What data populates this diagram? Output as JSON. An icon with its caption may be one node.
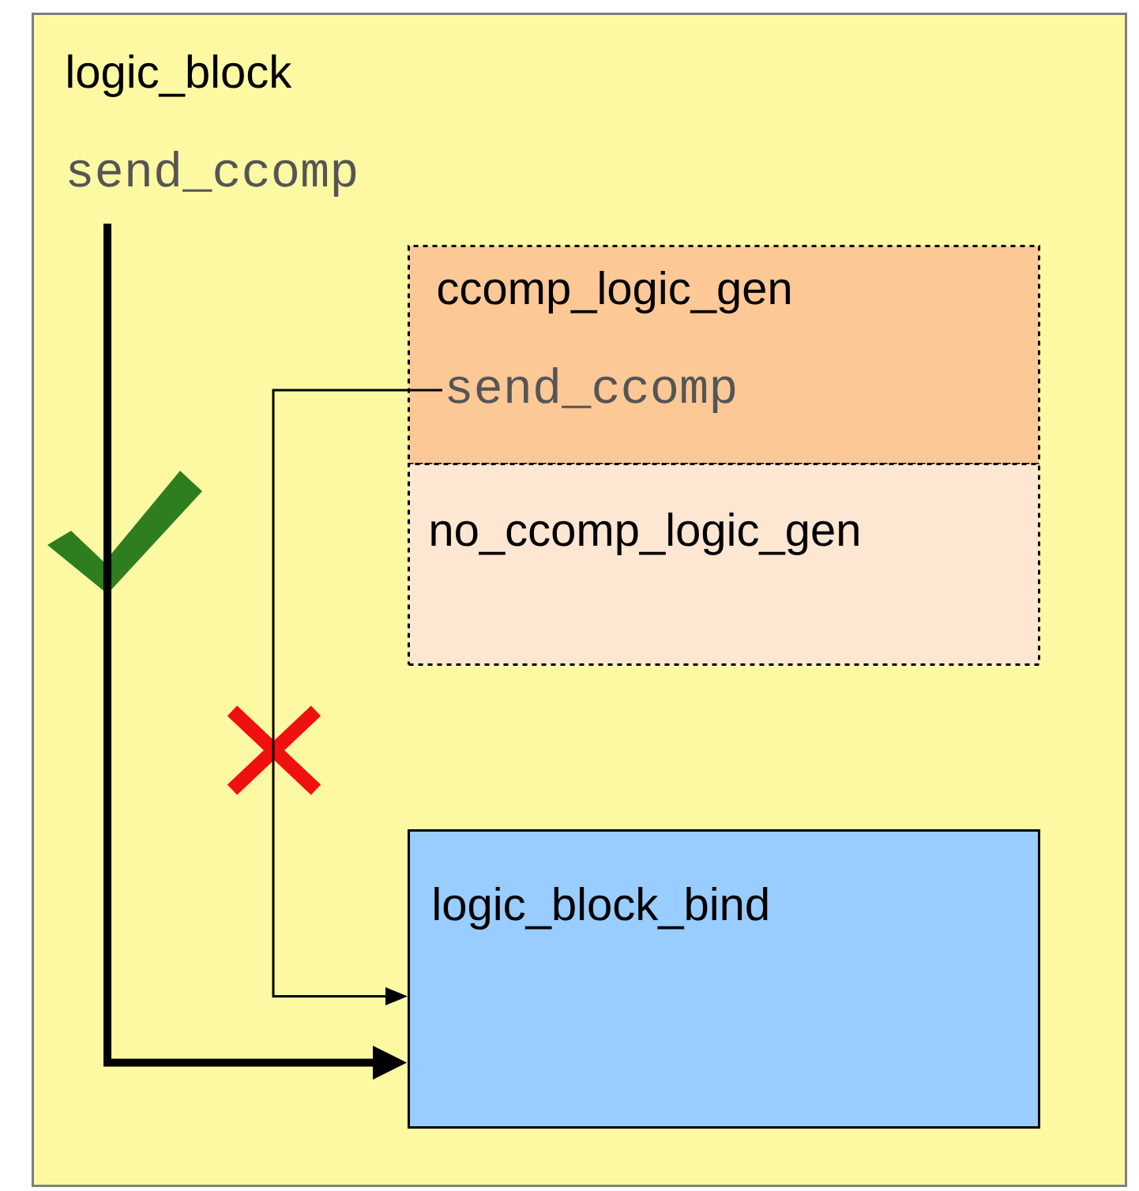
{
  "diagram": {
    "nodes": [
      {
        "text": [
          "logic_block"
        ]
      },
      {
        "text": [
          "send_ccomp"
        ],
        "in": 0
      },
      {
        "text": [
          "ccomp_logic_gen"
        ],
        "in": 0
      },
      {
        "text": [
          "send_ccomp"
        ],
        "in": 2
      },
      {
        "text": [
          "no_ccomp_logic_gen"
        ],
        "in": 0
      },
      {
        "text": [
          "logic_block_bind"
        ],
        "in": 0
      }
    ],
    "edges": [
      {
        "from": 1,
        "to": 5,
        "arrow": "to",
        "style": "thick"
      },
      {
        "from": 3,
        "to": 5,
        "arrow": "to"
      }
    ]
  }
}
